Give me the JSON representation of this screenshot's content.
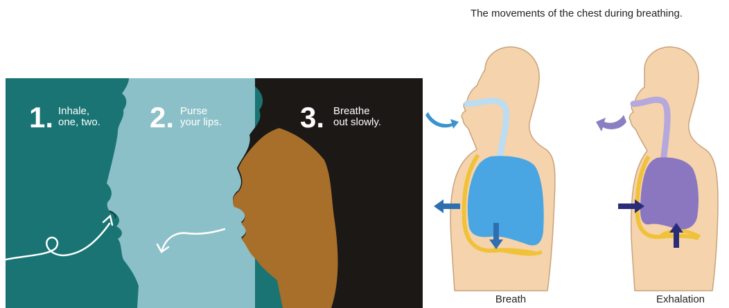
{
  "steps": [
    {
      "number": "1.",
      "text": "Inhale,\none, two."
    },
    {
      "number": "2.",
      "text": "Purse\nyour lips."
    },
    {
      "number": "3.",
      "text": "Breathe\nout slowly."
    }
  ],
  "diagram": {
    "title": "The movements of the chest during breathing.",
    "labels": {
      "breath": "Breath",
      "exhalation": "Exhalation"
    }
  },
  "colors": {
    "panel_teal": "#1a7474",
    "panel_light": "#8cc0c8",
    "panel_black": "#1b1816",
    "skin_brown": "#a86f2a",
    "body_skin": "#f5d3ac",
    "lung_blue": "#4aa6e2",
    "lung_purple": "#8a77bf",
    "diaphragm_yellow": "#f0c23a",
    "arrow_blue": "#2f6fb0",
    "arrow_navy": "#2a2c7a"
  }
}
